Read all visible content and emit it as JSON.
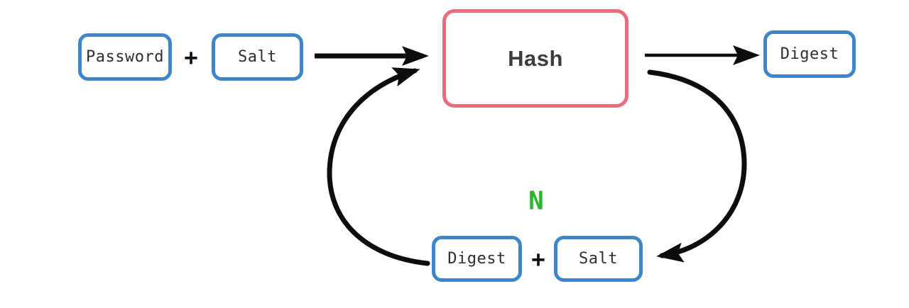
{
  "diagram": {
    "nodes": {
      "password": {
        "label": "Password",
        "border_color": "#3f86c8"
      },
      "salt_top": {
        "label": "Salt",
        "border_color": "#3f86c8"
      },
      "hash": {
        "label": "Hash",
        "border_color": "#e96c7c"
      },
      "digest_out": {
        "label": "Digest",
        "border_color": "#3f86c8"
      },
      "digest_loop": {
        "label": "Digest",
        "border_color": "#3f86c8"
      },
      "salt_loop": {
        "label": "Salt",
        "border_color": "#3f86c8"
      }
    },
    "operators": {
      "plus_top": "+",
      "plus_loop": "+"
    },
    "loop_label": {
      "text": "N",
      "color": "#2db52d"
    },
    "colors": {
      "arrow": "#0d0d0d",
      "text": "#2e2e2e",
      "background": "#ffffff"
    }
  }
}
